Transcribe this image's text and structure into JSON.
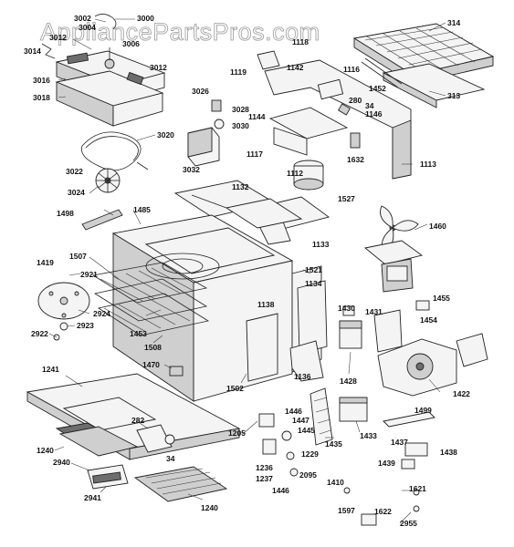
{
  "watermark": "AppliancePartsPros.com",
  "callouts": {
    "c3002": "3002",
    "c3000": "3000",
    "c3004": "3004",
    "c3006": "3006",
    "c3012a": "3012",
    "c3012b": "3012",
    "c3014": "3014",
    "c3016": "3016",
    "c3018": "3018",
    "c3020": "3020",
    "c3022": "3022",
    "c3024": "3024",
    "c3026": "3026",
    "c3028": "3028",
    "c3030": "3030",
    "c3032": "3032",
    "c314": "314",
    "c313": "313",
    "c1118": "1118",
    "c1119": "1119",
    "c1142": "1142",
    "c1116": "1116",
    "c280": "280",
    "c1452": "1452",
    "c34a": "34",
    "c1144": "1144",
    "c1146": "1146",
    "c1117": "1117",
    "c1632": "1632",
    "c1112": "1112",
    "c1113": "1113",
    "c1527": "1527",
    "c1132": "1132",
    "c1498": "1498",
    "c1485": "1485",
    "c1133": "1133",
    "c1460": "1460",
    "c1507": "1507",
    "c1521": "1521",
    "c1419": "1419",
    "c2921": "2921",
    "c1134": "1134",
    "c1455": "1455",
    "c2924": "2924",
    "c1138": "1138",
    "c1430": "1430",
    "c1431": "1431",
    "c1454": "1454",
    "c2923": "2923",
    "c2922": "2922",
    "c1453": "1453",
    "c1508": "1508",
    "c1470": "1470",
    "c1136": "1136",
    "c1428": "1428",
    "c1502": "1502",
    "c1422": "1422",
    "c1241": "1241",
    "c1446a": "1446",
    "c1447": "1447",
    "c1499": "1499",
    "c282": "282",
    "c1205": "1205",
    "c1445": "1445",
    "c1433": "1433",
    "c1435": "1435",
    "c1240a": "1240",
    "c1437": "1437",
    "c1438": "1438",
    "c2940": "2940",
    "c34b": "34",
    "c1229": "1229",
    "c1236": "1236",
    "c1439": "1439",
    "c1237": "1237",
    "c2095": "2095",
    "c2941": "2941",
    "c1446b": "1446",
    "c1410": "1410",
    "c1621": "1621",
    "c1240b": "1240",
    "c1597": "1597",
    "c1622": "1622",
    "c2955": "2955"
  }
}
